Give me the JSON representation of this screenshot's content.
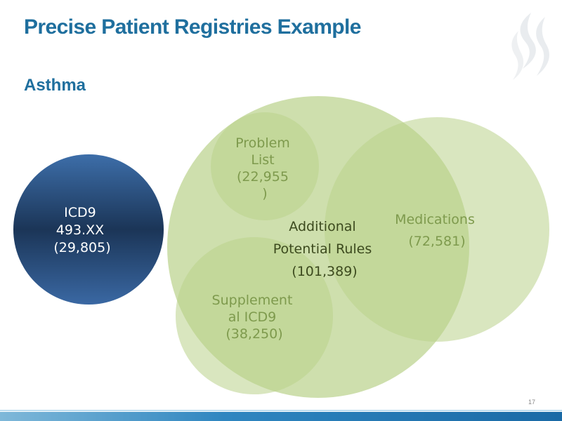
{
  "slide": {
    "title": "Precise Patient Registries Example",
    "subtitle": "Asthma",
    "page_number": "17"
  },
  "colors": {
    "title": "#1f6f9e",
    "green_fill": "#b9d28a",
    "green_text": "#7e9a4d",
    "green_text_dark": "#3c4a1e",
    "icd9_dark": "#1b3557",
    "icd9_light": "#3a6aa6"
  },
  "diagram": {
    "icd9": {
      "lines": [
        "ICD9",
        "493.XX",
        "(29,805)"
      ]
    },
    "additional": {
      "lines": [
        "Additional",
        "Potential Rules",
        "(101,389)"
      ]
    },
    "problem_list": {
      "lines": [
        "Problem",
        "List",
        "(22,955",
        ")"
      ]
    },
    "medications": {
      "lines": [
        "Medications",
        "(72,581)"
      ]
    },
    "supplemental": {
      "lines": [
        "Supplement",
        "al ICD9",
        "(38,250)"
      ]
    }
  }
}
